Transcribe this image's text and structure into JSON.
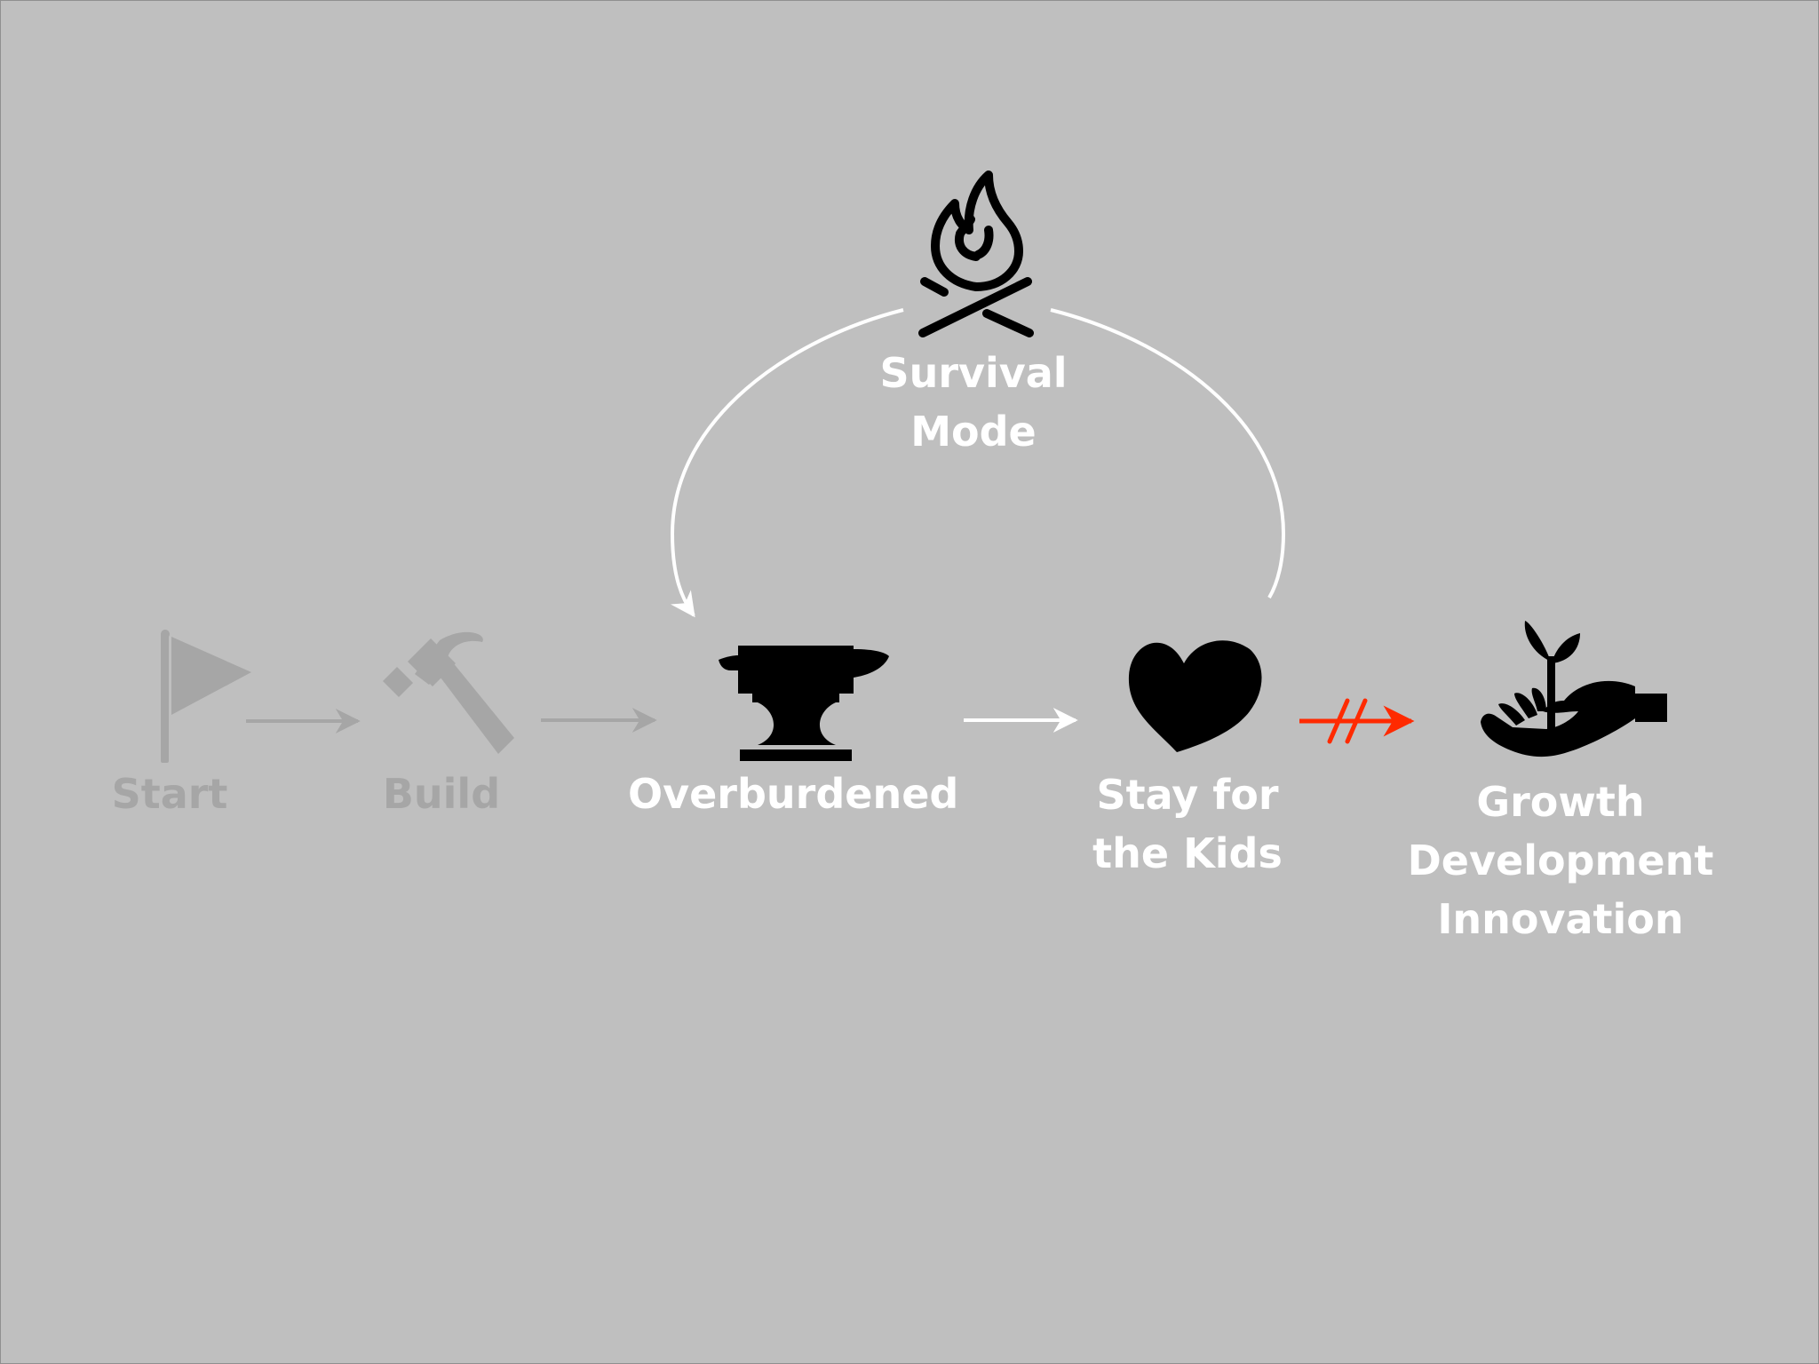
{
  "diagram": {
    "nodes": {
      "start": {
        "label": "Start",
        "icon": "flag-icon",
        "faded": true
      },
      "build": {
        "label": "Build",
        "icon": "hammer-icon",
        "faded": true
      },
      "overburdened": {
        "label": "Overburdened",
        "icon": "anvil-icon"
      },
      "stay": {
        "lines": [
          "Stay for",
          "the Kids"
        ],
        "icon": "heart-icon"
      },
      "growth": {
        "lines": [
          "Growth",
          "Development",
          "Innovation"
        ],
        "icon": "plant-in-hand-icon"
      },
      "survival": {
        "lines": [
          "Survival",
          "Mode"
        ],
        "icon": "campfire-icon"
      }
    },
    "edges": [
      {
        "from": "start",
        "to": "build",
        "style": "faded"
      },
      {
        "from": "build",
        "to": "overburdened",
        "style": "faded"
      },
      {
        "from": "overburdened",
        "to": "stay",
        "style": "normal"
      },
      {
        "from": "stay",
        "to": "growth",
        "style": "blocked"
      },
      {
        "from": "stay",
        "to": "overburdened",
        "via": "survival",
        "style": "loop"
      }
    ],
    "colors": {
      "background": "#bfbfbf",
      "active": "#ffffff",
      "faded": "#a6a6a6",
      "icon": "#000000",
      "blocked": "#ff2a00"
    }
  }
}
